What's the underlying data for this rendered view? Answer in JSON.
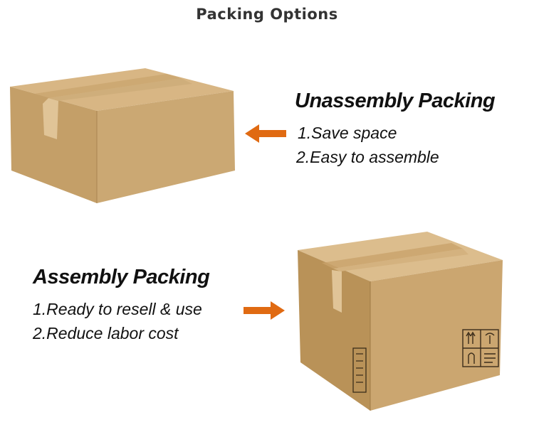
{
  "title": "Packing Options",
  "unassembly": {
    "heading": "Unassembly Packing",
    "points": [
      "1.Save space",
      "2.Easy to assemble"
    ]
  },
  "assembly": {
    "heading": "Assembly Packing",
    "points": [
      "1.Ready to resell & use",
      "2.Reduce labor cost"
    ]
  },
  "colors": {
    "arrow": "#e06a12",
    "box_top": "#d8b684",
    "box_front": "#c9a46c",
    "box_side": "#b68e57"
  },
  "icons": [
    "flat-box-illustration",
    "assembled-box-illustration",
    "arrow-left-icon",
    "arrow-right-icon",
    "handling-symbols-icon"
  ]
}
